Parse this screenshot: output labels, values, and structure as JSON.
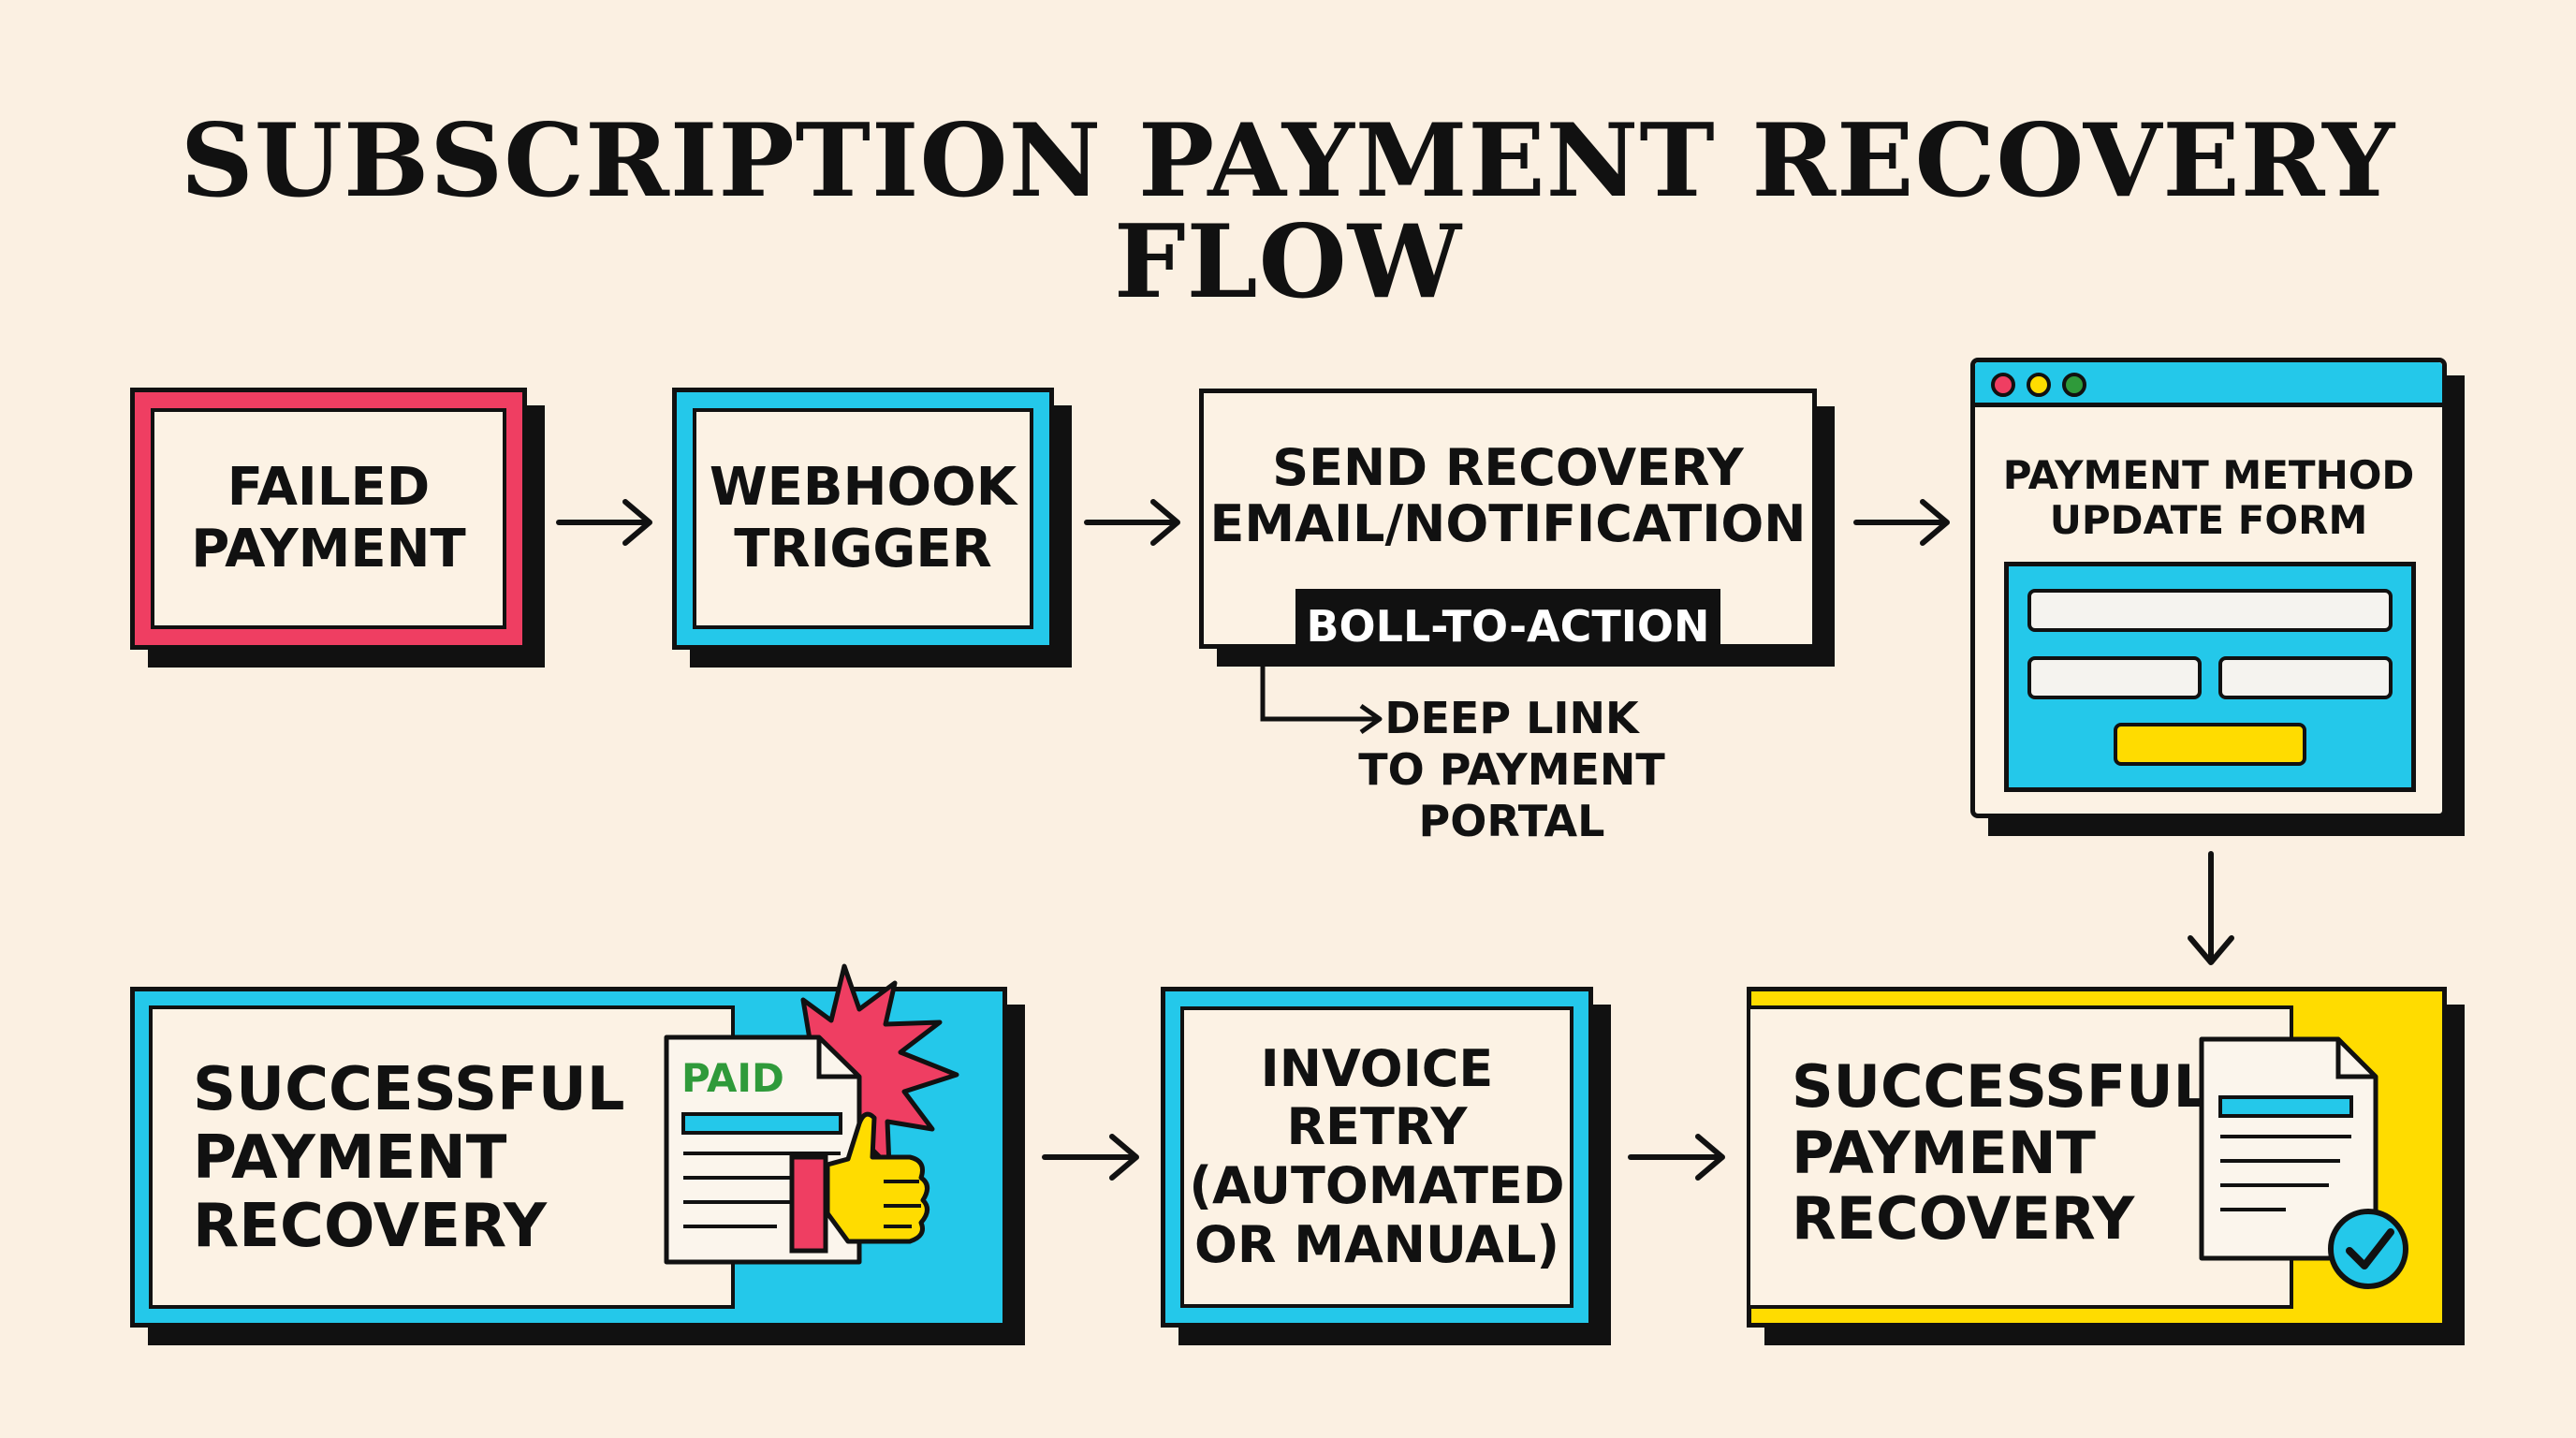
{
  "title": "SUBSCRIPTION PAYMENT RECOVERY FLOW",
  "colors": {
    "background": "#fbf0e2",
    "red": "#ef3e62",
    "cyan": "#24c8ea",
    "yellow": "#ffdc00",
    "green": "#2f9a3a",
    "black": "#111111"
  },
  "steps": {
    "failed_payment": "FAILED\nPAYMENT",
    "webhook_trigger": "WEBHOOK\nTRIGGER",
    "send_recovery": "SEND RECOVERY\nEMAIL/NOTIFICATION",
    "call_to_action": "BOLL-TO-ACTION",
    "deep_link": "DEEP LINK\nTO PAYMENT PORTAL",
    "payment_form": "PAYMENT METHOD\nUPDATE FORM",
    "successful_recovery_left": "SUCCESSFUL\nPAYMENT\nRECOVERY",
    "paid_stamp": "PAID",
    "invoice_retry": "INVOICE\nRETRY\n(AUTOMATED\nOR MANUAL)",
    "successful_recovery_right": "SUCCESSFUL\nPAYMENT\nRECOVERY"
  },
  "icons": {
    "arrow": "arrow-right-icon",
    "down": "arrow-down-icon",
    "thumb": "thumbs-up-icon",
    "check": "check-circle-icon",
    "burst": "starburst-icon",
    "document": "document-icon"
  }
}
